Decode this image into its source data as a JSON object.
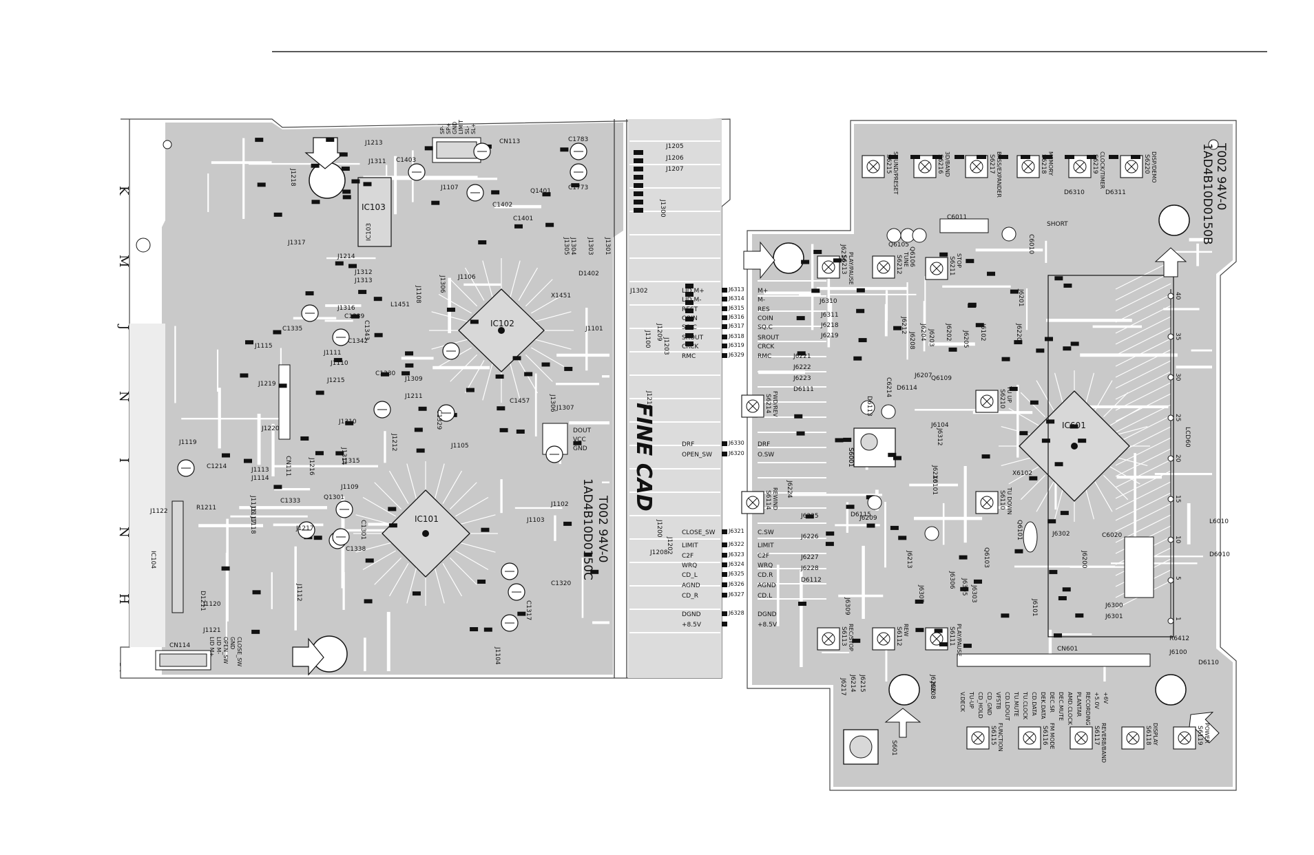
{
  "colors": {
    "board": "#c9c9c9",
    "trace": "#ffffff",
    "ink": "#111111",
    "paper": "#ffffff"
  },
  "margin_letters": [
    "K",
    "M",
    "J",
    "N",
    "I",
    "N",
    "H",
    "N"
  ],
  "left_board": {
    "chips": [
      {
        "id": "ic103",
        "label": "IC103",
        "sub": "IC103"
      },
      {
        "id": "ic102",
        "label": "IC102"
      },
      {
        "id": "ic101",
        "label": "IC101"
      }
    ],
    "connectors": {
      "cn113": "CN113",
      "cn111": "CN111",
      "cn114": "CN114",
      "cn113_pins": [
        "SP-",
        "SP+",
        "GND",
        "LIMIT",
        "SL-",
        "SL+"
      ],
      "cn114_pins": [
        "CLOSE_SW",
        "GND",
        "OPEN_SW",
        "LID M-",
        "LID M+"
      ],
      "cn101_pins": [
        "DOUT",
        "VCC",
        "GND"
      ]
    },
    "board_marking": [
      "T002 94V-0",
      "1AD4B10D0150C"
    ],
    "logo": "FINE CAD",
    "labels": [
      "J1213",
      "J1311",
      "J1218",
      "C1403",
      "J1107",
      "C1783",
      "C1773",
      "J1205",
      "J1206",
      "J1207",
      "J1300",
      "J1317",
      "J1214",
      "J1312",
      "J1313",
      "L1451",
      "J1108",
      "J1306",
      "J1106",
      "C1402",
      "Q1401",
      "C1401",
      "D1402",
      "X1451",
      "J1305",
      "J1304",
      "J1303",
      "J1301",
      "J1302",
      "J1100",
      "J1209",
      "J1203",
      "J1101",
      "J1210",
      "C1335",
      "J1316",
      "C1339",
      "C1342",
      "C1343",
      "J1115",
      "J1111",
      "J1110",
      "J1215",
      "C1330",
      "J1309",
      "J1211",
      "C1457",
      "J1306",
      "J1307",
      "J1219",
      "J1220",
      "J1310",
      "C1329",
      "J1212",
      "J1105",
      "J1119",
      "C1214",
      "J1216",
      "J1314",
      "J1315",
      "J1113",
      "J1114",
      "J1109",
      "J1116",
      "J1117",
      "J1118",
      "Q1301",
      "C1333",
      "C1301",
      "J1217",
      "C1338",
      "R1211",
      "J1122",
      "IC104",
      "J1112",
      "D1211",
      "J1120",
      "J1121",
      "J1102",
      "J1103",
      "J1200",
      "J1202",
      "J1208",
      "C1320",
      "C1317",
      "J1104"
    ]
  },
  "right_board": {
    "chips": [
      {
        "id": "ic601",
        "label": "IC601"
      }
    ],
    "connectors": {
      "cn601": "CN601",
      "lcd": "LCD60",
      "lcd_pins": [
        "40",
        "35",
        "30",
        "25",
        "20",
        "15",
        "10",
        "5",
        "1"
      ]
    },
    "board_marking": [
      "T002 94V-0",
      "1AD4B10D0150B"
    ],
    "signals_left": [
      "LID M+",
      "LID M-",
      "REST",
      "COIN",
      "SQ.C",
      "SROUT",
      "CRCK",
      "RMC",
      "DRF",
      "OPEN_SW",
      "CLOSE_SW",
      "LIMIT",
      "C2F",
      "WRQ",
      "CD_L",
      "AGND",
      "CD_R",
      "DGND",
      "+8.5V"
    ],
    "signals_right": [
      "M+",
      "M-",
      "RES",
      "COIN",
      "SQ.C",
      "SROUT",
      "CRCK",
      "RMC",
      "DRF",
      "O.SW",
      "C.SW",
      "LIMIT",
      "C2F",
      "WRQ",
      "CD.R",
      "AGND",
      "CD.L",
      "DGND",
      "+8.5V"
    ],
    "jumpers": [
      "J6313",
      "J6314",
      "J6315",
      "J6316",
      "J6317",
      "J6318",
      "J6319",
      "J6329",
      "J6330",
      "J6320",
      "J6321",
      "J6322",
      "J6323",
      "J6324",
      "J6325",
      "J6326",
      "J6327",
      "J6328"
    ],
    "switches_top": [
      {
        "id": "S6215",
        "label": "S6215",
        "func": "SOUND/PRESET"
      },
      {
        "id": "S6216",
        "label": "S6216",
        "func": "3D/BAND"
      },
      {
        "id": "S6217",
        "label": "S6217",
        "func": "BASS/EXPANDER"
      },
      {
        "id": "S6218",
        "label": "S6218",
        "func": "MEMORY"
      },
      {
        "id": "S6219",
        "label": "S6219",
        "func": "CLOCK/TIMER"
      },
      {
        "id": "S6220",
        "label": "S6220",
        "func": "DISP/DEMO"
      }
    ],
    "switches_bottom": [
      {
        "id": "S6115",
        "label": "S6115",
        "func": "FUNCTION"
      },
      {
        "id": "S6116",
        "label": "S6116",
        "func": "FM MODE"
      },
      {
        "id": "S6117",
        "label": "S6117",
        "func": "REVERB/BAND"
      },
      {
        "id": "S6118",
        "label": "S6118",
        "func": "DISPLAY"
      },
      {
        "id": "S6119",
        "label": "S6119",
        "func": "POWER"
      }
    ],
    "switches_mid": [
      {
        "id": "S6213",
        "label": "S6213",
        "func": "PLAY/PAUSE"
      },
      {
        "id": "S6212",
        "label": "S6212",
        "func": "TUNE"
      },
      {
        "id": "S6211",
        "label": "S6211",
        "func": "STOP"
      },
      {
        "id": "S6214",
        "label": "S6214",
        "func": "FWD/REV"
      },
      {
        "id": "S6210",
        "label": "S6210",
        "func": "TU UP"
      },
      {
        "id": "S6001",
        "label": "S6001"
      },
      {
        "id": "S6110",
        "label": "S6110",
        "func": "TU DOWN"
      },
      {
        "id": "S6114",
        "label": "S6114",
        "func": "REWIND"
      },
      {
        "id": "S6112",
        "label": "S6112",
        "func": "REW"
      },
      {
        "id": "S6111",
        "label": "S6111",
        "func": "PLAY/PAUSE"
      },
      {
        "id": "S6113",
        "label": "S6113",
        "func": "REC/STOP"
      }
    ],
    "bottom_signals": [
      "V.DECK",
      "TU-UP",
      "CD_HOLD",
      "CD_GND",
      "VFSTB",
      "CD.LDOUT",
      "TU.MUTE",
      "TU.CLOCK",
      "CD.DATA",
      "DEK.DATA",
      "DEC.SR",
      "DEC.MUTE",
      "AMD.CLOCK",
      "PLANTAR",
      "RECORDING",
      "+5.0V",
      "+6V"
    ],
    "labels": [
      "C6011",
      "D6310",
      "D6311",
      "SHORT",
      "J6216",
      "Q6105",
      "Q6106",
      "C6010",
      "J6201",
      "J6310",
      "J6311",
      "J6218",
      "J6219",
      "J6212",
      "J6208",
      "J6204",
      "J6203",
      "J6202",
      "J6205",
      "J6102",
      "J6220",
      "J6221",
      "J6222",
      "J6223",
      "D6111",
      "C6214",
      "D6114",
      "J6207",
      "Q6109",
      "D6113",
      "J6104",
      "J6312",
      "J6224",
      "J6225",
      "J6226",
      "J6227",
      "J6228",
      "D6112",
      "D6115",
      "J6209",
      "J6210",
      "X6101",
      "X6102",
      "Q6101",
      "Q6103",
      "J6302",
      "C6020",
      "J6200",
      "J6300",
      "J6301",
      "R6412",
      "J6100",
      "D6110",
      "L6010",
      "D6010",
      "J6213",
      "J6307",
      "J6306",
      "J6305",
      "J6303",
      "J6309",
      "J6101",
      "J6214",
      "J6215",
      "J6217",
      "J6206",
      "J6208",
      "S6001",
      "S601"
    ]
  }
}
